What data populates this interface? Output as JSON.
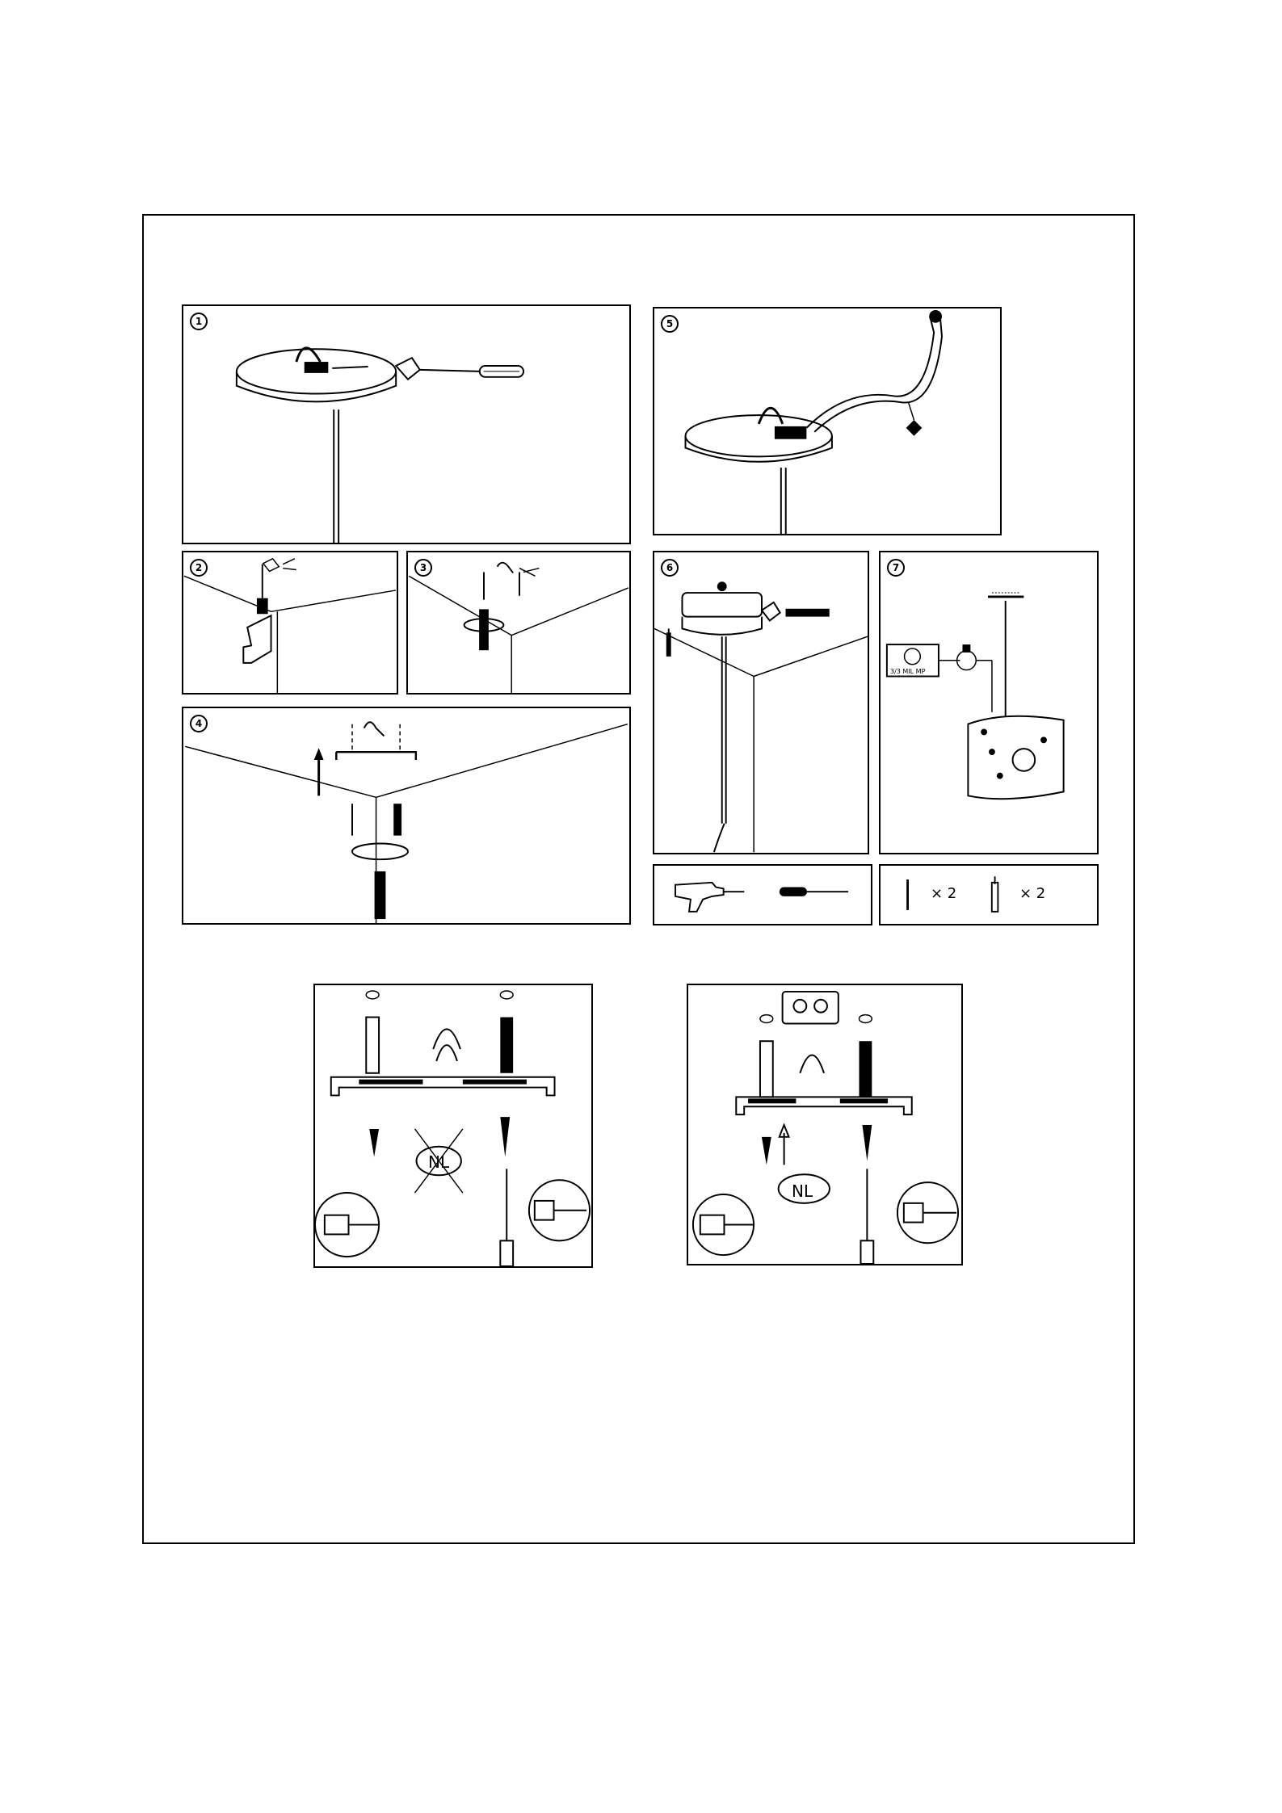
{
  "steps": {
    "s1": "1",
    "s2": "2",
    "s3": "3",
    "s4": "4",
    "s5": "5",
    "s6": "6",
    "s7": "7"
  },
  "parts": {
    "screw_qty": "× 2",
    "anchor_qty": "× 2"
  },
  "wiring": {
    "box_label": "3/3 MIL MP"
  },
  "brackets": {
    "left_label": "NL",
    "right_label": "NL"
  }
}
